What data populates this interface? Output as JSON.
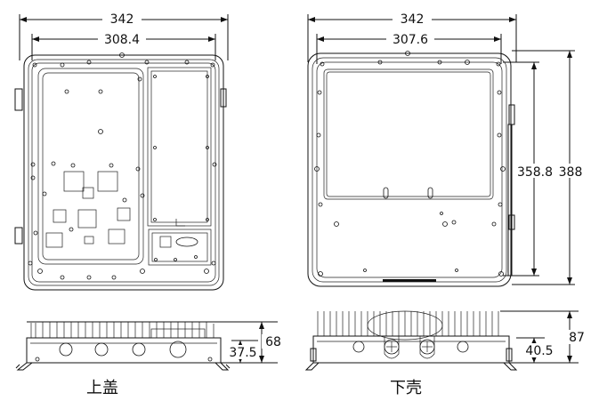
{
  "upper_cover": {
    "caption": "上盖",
    "top_view": {
      "overall_width": "342",
      "inner_width": "308.4"
    },
    "side_view": {
      "height": "68",
      "base_height": "37.5"
    }
  },
  "lower_shell": {
    "caption": "下壳",
    "top_view": {
      "overall_width": "342",
      "inner_width": "307.6",
      "inner_height": "358.8",
      "overall_height": "388"
    },
    "side_view": {
      "height": "87",
      "base_height": "40.5"
    }
  }
}
